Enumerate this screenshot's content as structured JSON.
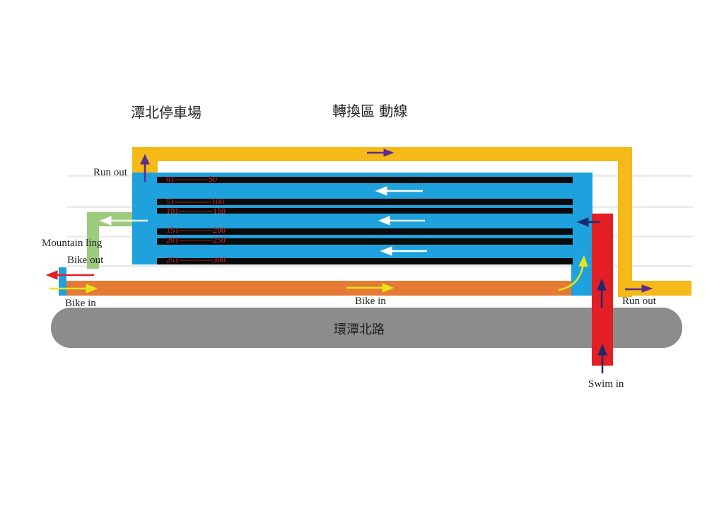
{
  "titles": {
    "parking": "潭北停車場",
    "transition": "轉換區 動線"
  },
  "labels": {
    "run_out_top": "Run out",
    "mountain_ling": "Mountain ling",
    "bike_out": "Bike out",
    "bike_in_left": "Bike in",
    "bike_in_center": "Bike in",
    "run_out_right": "Run out",
    "swim_in": "Swim in"
  },
  "road": {
    "name": "環潭北路"
  },
  "racks": [
    "01------------50",
    "51-------------100",
    "101------------150",
    "151------------200",
    "201------------250",
    "251------------300"
  ],
  "colors": {
    "run": "#f5b918",
    "transition": "#1ea1dc",
    "mountain": "#9dcb7d",
    "bike": "#e57a35",
    "swim": "#e41e25",
    "road": "#8c8c8c",
    "rack": "#0a0a0a",
    "arrow_purple": "#5b2d8e",
    "arrow_yellow": "#e5e51a",
    "arrow_white": "#ffffff",
    "arrow_navy": "#1d2a6e",
    "arrow_red": "#e41e25"
  }
}
